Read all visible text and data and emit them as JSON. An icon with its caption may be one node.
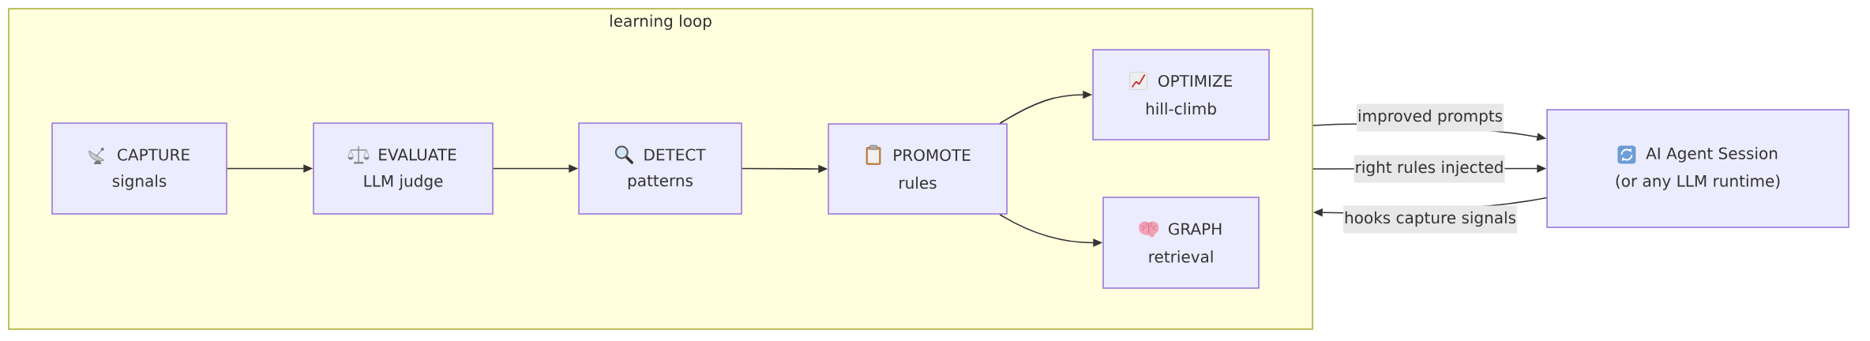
{
  "diagram": {
    "nodes": [
      {
        "text": [
          "learning loop"
        ]
      },
      {
        "text": [
          "CAPTURE",
          "signals"
        ],
        "in": 0
      },
      {
        "text": [
          "EVALUATE",
          "LLM judge"
        ],
        "in": 0
      },
      {
        "text": [
          "DETECT",
          "patterns"
        ],
        "in": 0
      },
      {
        "text": [
          "PROMOTE",
          "rules"
        ],
        "in": 0
      },
      {
        "text": [
          "OPTIMIZE",
          "hill-climb"
        ],
        "in": 0
      },
      {
        "text": [
          "GRAPH",
          "retrieval"
        ],
        "in": 0
      },
      {
        "text": [
          "AI Agent Session",
          "(or any LLM runtime)"
        ]
      }
    ],
    "edges": [
      {
        "from": 1,
        "to": 2,
        "arrow": "to"
      },
      {
        "from": 2,
        "to": 3,
        "arrow": "to"
      },
      {
        "from": 3,
        "to": 4,
        "arrow": "to"
      },
      {
        "from": 4,
        "to": 5,
        "arrow": "to"
      },
      {
        "from": 4,
        "to": 6,
        "arrow": "to"
      },
      {
        "from": 0,
        "to": 7,
        "arrow": "to",
        "label": "improved prompts"
      },
      {
        "from": 0,
        "to": 7,
        "arrow": "to",
        "label": "right rules injected"
      },
      {
        "from": 7,
        "to": 0,
        "arrow": "to",
        "label": "hooks capture signals"
      }
    ]
  }
}
